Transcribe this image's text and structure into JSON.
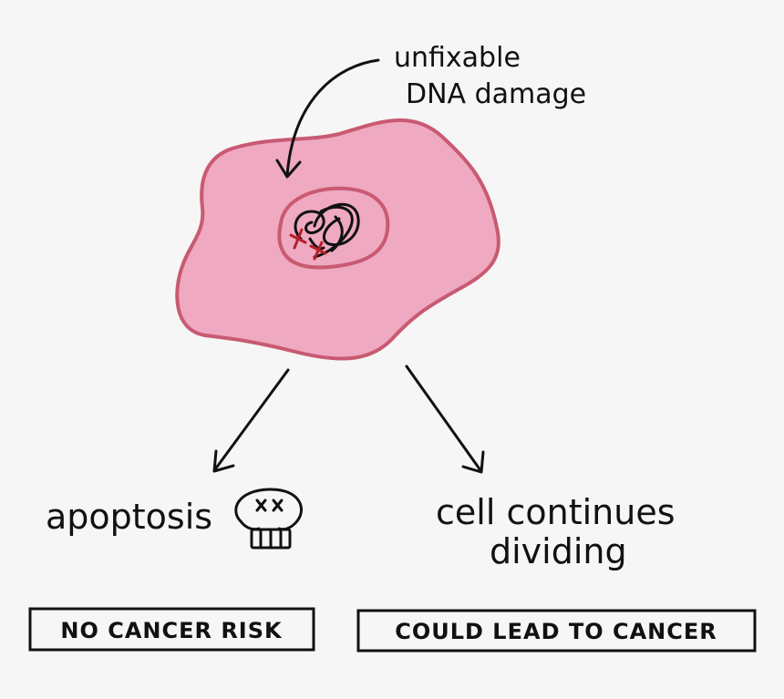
{
  "annotation": {
    "line1": "unfixable",
    "line2": "DNA damage"
  },
  "outcomes": [
    {
      "label": "apoptosis",
      "icon": "skull-icon",
      "box_label": "NO CANCER RISK"
    },
    {
      "label_line1": "cell continues",
      "label_line2": "dividing",
      "box_label": "COULD LEAD TO CANCER"
    }
  ],
  "colors": {
    "background": "#f6f6f6",
    "cell_fill": "#efa9c1",
    "cell_stroke": "#c85a72",
    "dna_damage_mark": "#b3202a",
    "ink": "#111111"
  }
}
